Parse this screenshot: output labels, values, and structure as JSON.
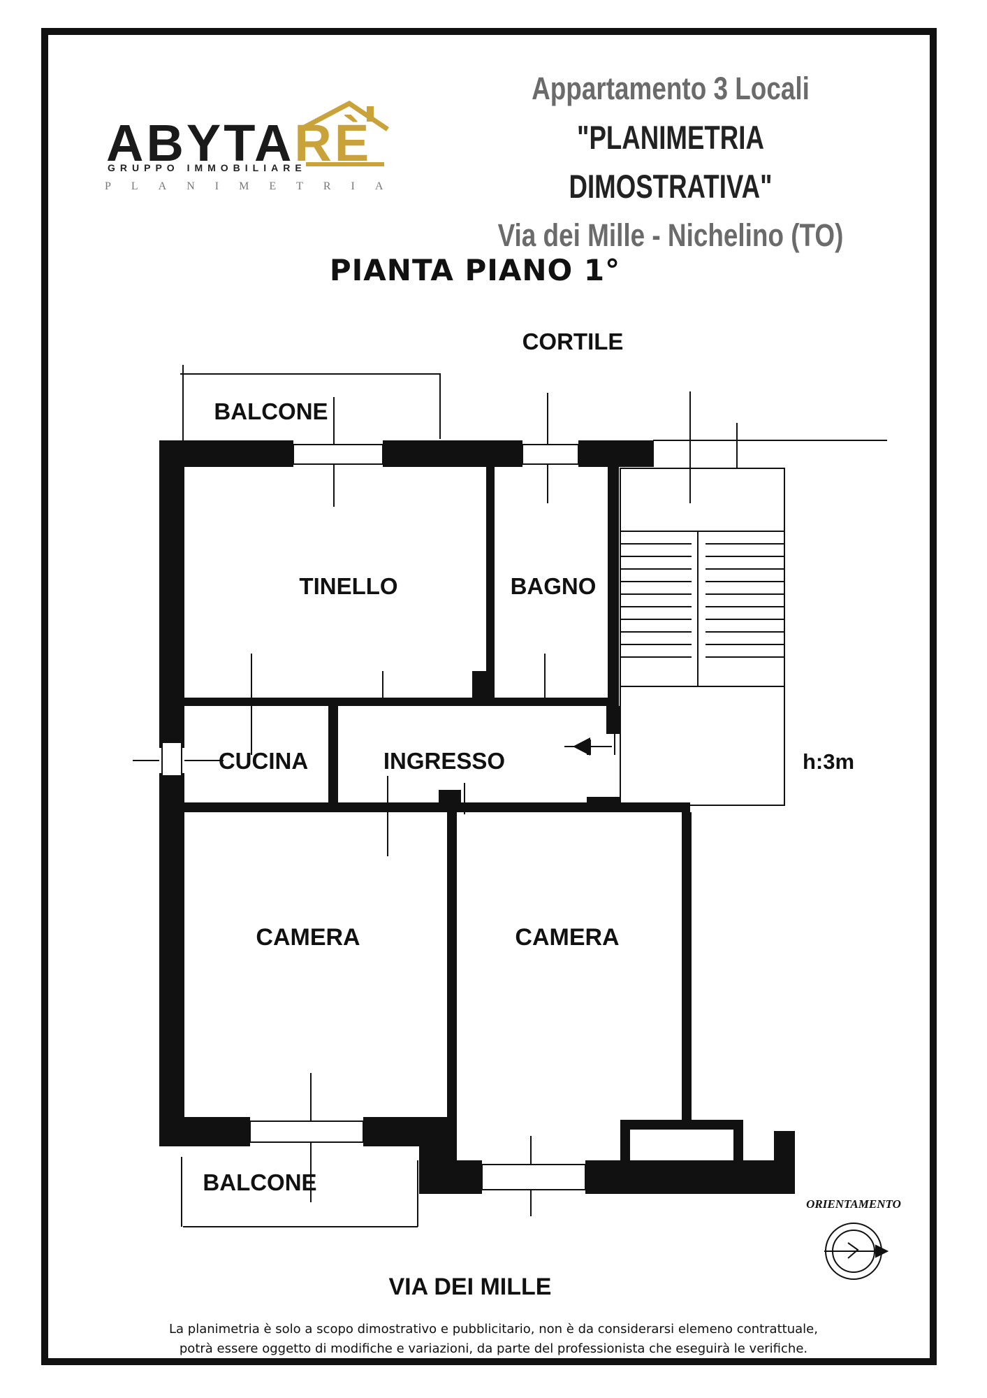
{
  "header": {
    "title_line1": "Appartamento 3 Locali",
    "title_line2": "\"PLANIMETRIA DIMOSTRATIVA\"",
    "title_line3": "Via dei Mille - Nichelino (TO)"
  },
  "logo": {
    "brand_main": "ABYTA",
    "brand_accent": "RÈ",
    "subtitle": "GRUPPO IMMOBILIARE",
    "tagline": "PLANIMETRIA",
    "accent_color": "#c9a23a"
  },
  "plan": {
    "floor_title": "PIANTA PIANO 1°",
    "labels": {
      "cortile": "CORTILE",
      "balcone_top": "BALCONE",
      "tinello": "TINELLO",
      "bagno": "BAGNO",
      "cucina": "CUCINA",
      "ingresso": "INGRESSO",
      "height": "h:3m",
      "camera_left": "CAMERA",
      "camera_right": "CAMERA",
      "balcone_bottom": "BALCONE",
      "orientamento": "ORIENTAMENTO",
      "street": "VIA DEI MILLE"
    },
    "wall_color": "#111111"
  },
  "footer": {
    "disclaimer_line1": "La planimetria è solo a scopo dimostrativo e pubblicitario, non è da considerarsi elemeno contrattuale,",
    "disclaimer_line2": "potrà essere oggetto di modifiche e variazioni, da parte del professionista che eseguirà le verifiche."
  }
}
